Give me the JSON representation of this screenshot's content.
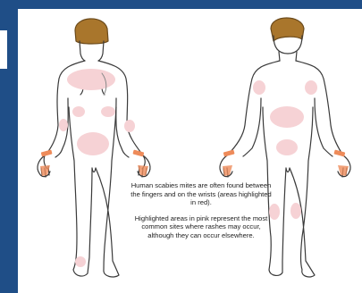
{
  "colors": {
    "background": "#1f4e87",
    "panel": "#ffffff",
    "hair": "#a9762c",
    "skin_outline": "#3a3a3a",
    "rash_pink": "#f6d2d5",
    "wrist_highlight": "#ee8b5a"
  },
  "caption": {
    "paragraph_1": "Human scabies mites are often found between the fingers and on the wrists (areas highlighted in red).",
    "paragraph_2": "Highlighted areas in pink represent the most common sites where rashes may occur, although they can occur elsewhere."
  },
  "figures": {
    "back_view": "human-body-back-view",
    "front_view": "human-body-front-view"
  }
}
